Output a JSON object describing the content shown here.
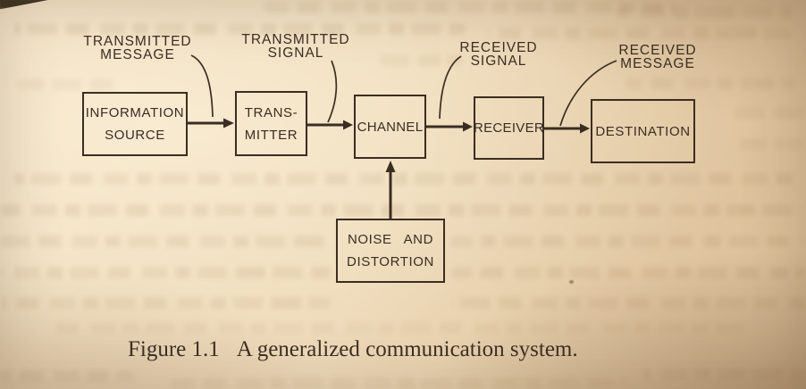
{
  "colors": {
    "paper": "#eedab9",
    "ink": "#3a2d22",
    "caption_ink": "#3d2f24"
  },
  "figure_caption": {
    "prefix": "Figure 1.1",
    "text": "A generalized communication system."
  },
  "diagram": {
    "boxes": [
      {
        "id": "information-source",
        "lines": [
          "INFORMATION",
          "SOURCE"
        ]
      },
      {
        "id": "transmitter",
        "lines": [
          "TRANS-",
          "MITTER"
        ]
      },
      {
        "id": "channel",
        "lines": [
          "CHANNEL"
        ]
      },
      {
        "id": "receiver",
        "lines": [
          "RECEIVER"
        ]
      },
      {
        "id": "destination",
        "lines": [
          "DESTINATION"
        ]
      },
      {
        "id": "noise-and-distortion",
        "lines": [
          "NOISE AND",
          "DISTORTION"
        ]
      }
    ],
    "flow_labels": [
      {
        "id": "transmitted-message",
        "lines": [
          "TRANSMITTED",
          "MESSAGE"
        ]
      },
      {
        "id": "transmitted-signal",
        "lines": [
          "TRANSMITTED",
          "SIGNAL"
        ]
      },
      {
        "id": "received-signal",
        "lines": [
          "RECEIVED",
          "SIGNAL"
        ]
      },
      {
        "id": "received-message",
        "lines": [
          "RECEIVED",
          "MESSAGE"
        ]
      }
    ],
    "connections": [
      {
        "from": "INFORMATION SOURCE",
        "to": "TRANSMITTER"
      },
      {
        "from": "TRANSMITTER",
        "to": "CHANNEL"
      },
      {
        "from": "CHANNEL",
        "to": "RECEIVER"
      },
      {
        "from": "RECEIVER",
        "to": "DESTINATION"
      },
      {
        "from": "NOISE AND DISTORTION",
        "to": "CHANNEL"
      }
    ]
  }
}
